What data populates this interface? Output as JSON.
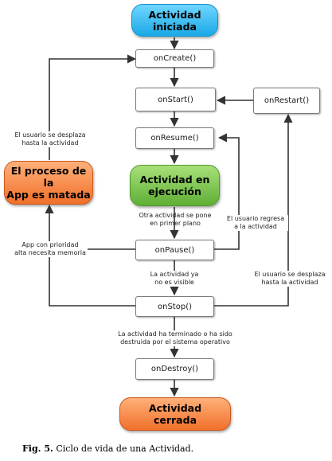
{
  "nodes": {
    "activity_started": "Actividad\niniciada",
    "on_create": "onCreate()",
    "on_start": "onStart()",
    "on_restart": "onRestart()",
    "on_resume": "onResume()",
    "activity_running": "Actividad en\nejecución",
    "on_pause": "onPause()",
    "on_stop": "onStop()",
    "on_destroy": "onDestroy()",
    "activity_closed": "Actividad\ncerrada",
    "process_killed": "El proceso de la\nApp es matada"
  },
  "edge_labels": {
    "user_navigates_left": "El usuario se desplaza\nhasta la actividad",
    "other_activity_front": "Otra actividad se pone\nen primer plano",
    "user_returns": "El usuario regresa\na la actividad",
    "higher_priority_app": "App con prioridad\nalta necesita memoria",
    "activity_not_visible": "La actividad ya\nno es visible",
    "user_navigates_right": "El usuario se desplaza\nhasta la actividad",
    "activity_finished": "La actividad ha terminado o ha sido\ndestruida por el sistema operativo"
  },
  "caption": {
    "prefix": "Fig.  5.",
    "text": " Ciclo de vida de una Actividad."
  },
  "colors": {
    "started": "#1aa8e6",
    "running": "#5faf36",
    "closed": "#f0702a",
    "killed": "#f0702a",
    "lines": "#333333"
  }
}
